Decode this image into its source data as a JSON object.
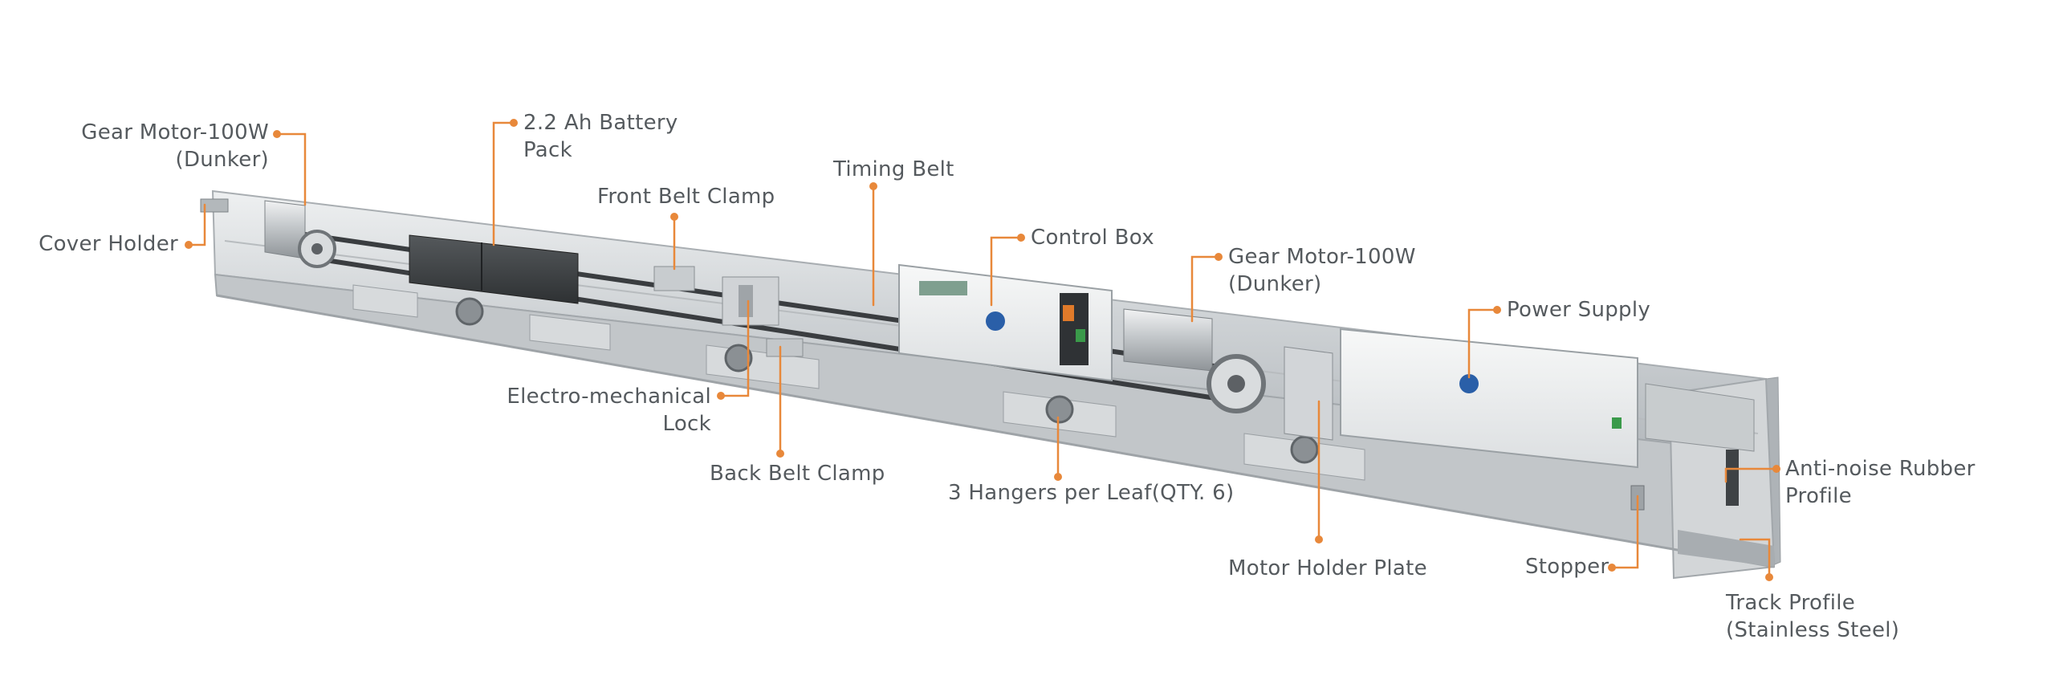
{
  "colors": {
    "accent": "#E8883A",
    "label_text": "#555A5E",
    "rail": "#C9CDD0",
    "dark_component": "#3D4043"
  },
  "callouts": {
    "gear_motor_left": [
      "Gear Motor-100W",
      "(Dunker)"
    ],
    "battery": [
      "2.2 Ah Battery",
      "Pack"
    ],
    "cover_holder": [
      "Cover Holder"
    ],
    "front_belt_clamp": [
      "Front Belt Clamp"
    ],
    "timing_belt": [
      "Timing Belt"
    ],
    "control_box": [
      "Control Box"
    ],
    "gear_motor_right": [
      "Gear Motor-100W",
      "(Dunker)"
    ],
    "power_supply": [
      "Power Supply"
    ],
    "electro_lock": [
      "Electro-mechanical",
      "Lock"
    ],
    "back_belt_clamp": [
      "Back Belt Clamp"
    ],
    "hangers": [
      "3 Hangers per Leaf(QTY. 6)"
    ],
    "anti_noise": [
      "Anti-noise Rubber",
      "Profile"
    ],
    "motor_holder": [
      "Motor Holder Plate"
    ],
    "stopper": [
      "Stopper"
    ],
    "track_profile": [
      "Track  Profile",
      "(Stainless Steel)"
    ]
  }
}
